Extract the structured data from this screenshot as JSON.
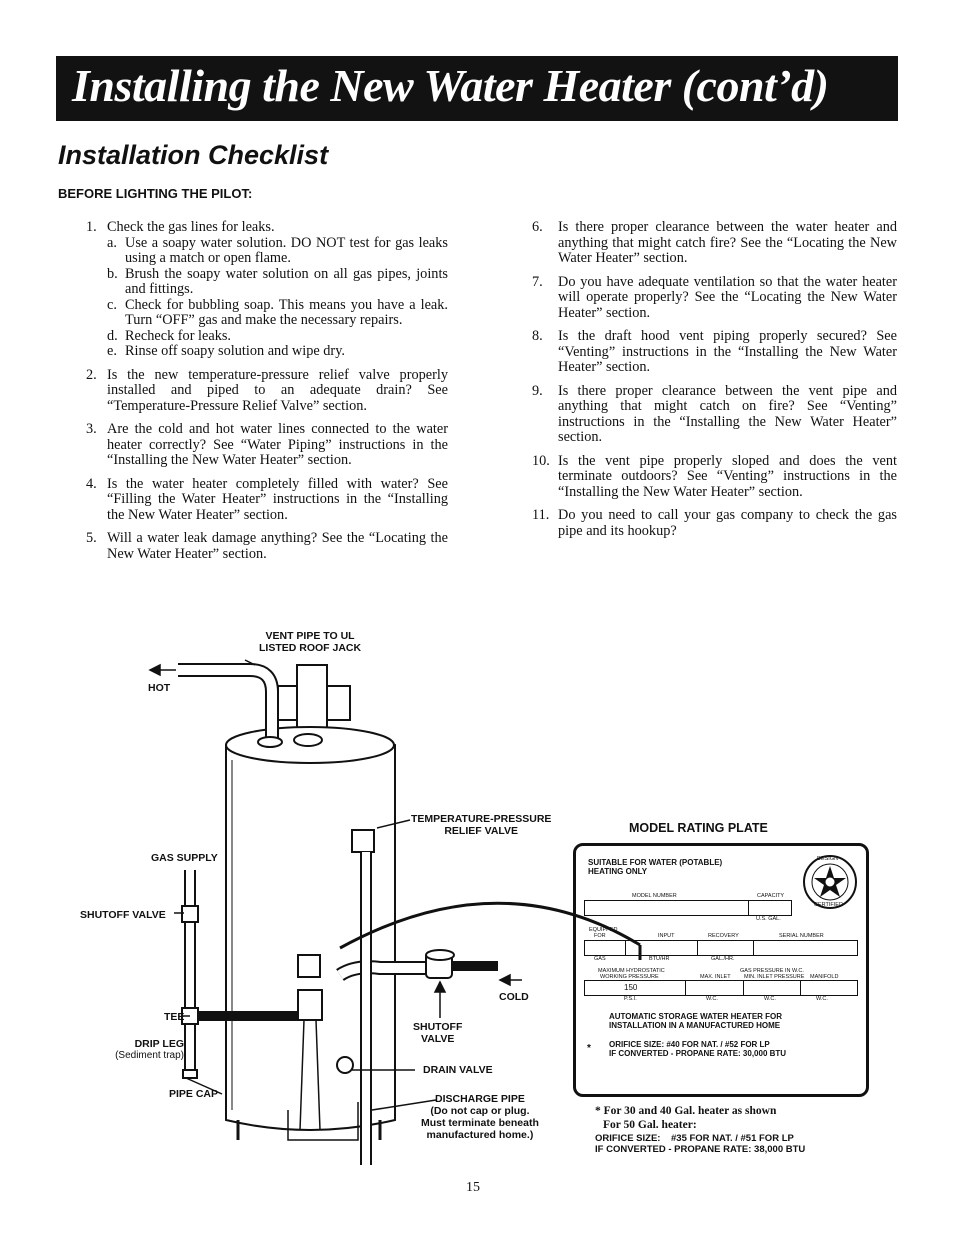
{
  "header": {
    "title": "Installing the New Water Heater (cont’d)"
  },
  "section_title": "Installation Checklist",
  "subhead": "BEFORE LIGHTING THE PILOT:",
  "left_items": [
    {
      "num": "1.",
      "text": "Check the gas lines for leaks.",
      "subs": [
        {
          "letter": "a.",
          "text": "Use a soapy water solution. DO NOT test for gas leaks using a match or open flame."
        },
        {
          "letter": "b.",
          "text": "Brush the soapy water solution on all gas pipes, joints and fittings."
        },
        {
          "letter": "c.",
          "text": "Check for bubbling soap. This means you have a leak. Turn “OFF” gas and make the necessary repairs."
        },
        {
          "letter": "d.",
          "text": "Recheck for leaks."
        },
        {
          "letter": "e.",
          "text": "Rinse off soapy solution and wipe dry."
        }
      ]
    },
    {
      "num": "2.",
      "text": "Is the new temperature-pressure relief valve properly installed and piped to an adequate drain? See “Temperature-Pressure Relief Valve” section."
    },
    {
      "num": "3.",
      "text": "Are the cold and hot water lines connected to the water heater correctly? See “Water Piping” instructions in the “Installing the New Water Heater” section."
    },
    {
      "num": "4.",
      "text": "Is the water heater completely filled with water? See “Filling the Water Heater” instructions in the “Installing the New Water Heater” section."
    },
    {
      "num": "5.",
      "text": "Will a water leak damage anything? See the “Locating the New Water Heater” section."
    }
  ],
  "right_items": [
    {
      "num": "6.",
      "text": "Is there proper clearance between the water heater and anything that might catch fire? See the “Locating the New Water Heater” section."
    },
    {
      "num": "7.",
      "text": "Do you have adequate ventilation so that the water heater will operate properly? See the “Locating the New Water Heater” section."
    },
    {
      "num": "8.",
      "text": "Is the draft hood vent piping properly secured? See “Venting” instructions in the “Installing the New Water Heater” section."
    },
    {
      "num": "9.",
      "text": "Is there proper clearance between the vent pipe and anything that might catch on fire? See “Venting” instructions in the “Installing the New Water Heater” section."
    },
    {
      "num": "10.",
      "text": "Is the vent pipe properly sloped and does the vent terminate outdoors? See “Venting” instructions in the “Installing the New Water Heater” section."
    },
    {
      "num": "11.",
      "text": "Do you need to call your gas company to check the gas pipe and its hookup?"
    }
  ],
  "diagram": {
    "vent_pipe": [
      "VENT PIPE TO UL",
      "LISTED ROOF JACK"
    ],
    "hot": "HOT",
    "tp_valve": [
      "TEMPERATURE-PRESSURE",
      "RELIEF VALVE"
    ],
    "gas_supply": "GAS SUPPLY",
    "shutoff_valve_left": "SHUTOFF VALVE",
    "cold": "COLD",
    "tee": "TEE",
    "drip_leg": "DRIP LEG",
    "sediment_trap": "(Sediment trap)",
    "shutoff_valve_right": [
      "SHUTOFF",
      "VALVE"
    ],
    "drain_valve": "DRAIN VALVE",
    "pipe_cap": "PIPE CAP",
    "discharge_pipe": [
      "DISCHARGE PIPE",
      "(Do not cap or plug.",
      "Must terminate beneath",
      "manufactured home.)"
    ]
  },
  "plate": {
    "title": "MODEL RATING PLATE",
    "suitable": [
      "SUITABLE FOR WATER (POTABLE)",
      "HEATING ONLY"
    ],
    "model_number": "MODEL NUMBER",
    "capacity": "CAPACITY",
    "us_gal": "U.S. GAL.",
    "equipped_for": [
      "EQUIPPED",
      "FOR"
    ],
    "input": "INPUT",
    "recovery": "RECOVERY",
    "serial_number": "SERIAL NUMBER",
    "gas": "GAS",
    "btu_hr": "BTU/HR",
    "gal_hr": "GAL./HR.",
    "max_hydrostatic": "MAXIMUM HYDROSTATIC",
    "working_pressure": "WORKING PRESSURE",
    "gas_pressure_wc": "GAS PRESSURE IN W.C.",
    "max_inlet": "MAX. INLET",
    "min_inlet_pressure": "MIN. INLET PRESSURE",
    "manifold": "MANIFOLD",
    "psi_value": "150",
    "psi": "P.S.I.",
    "wc": "W.C.",
    "automatic": [
      "AUTOMATIC STORAGE WATER HEATER FOR",
      "INSTALLATION IN A MANUFACTURED HOME"
    ],
    "asterisk": "*",
    "orifice": [
      "ORIFICE SIZE: #40 FOR NAT. / #52 FOR LP",
      "IF CONVERTED - PROPANE RATE: 30,000 BTU"
    ],
    "seal_top": "DESIGN",
    "seal_bottom": "CERTIFIED"
  },
  "footnote": {
    "line1": "* For 30 and 40 Gal. heater as shown",
    "line2": "For 50 Gal. heater:",
    "small1": "ORIFICE SIZE:    #35 FOR NAT. / #51 FOR LP",
    "small2": "IF CONVERTED - PROPANE RATE: 38,000 BTU"
  },
  "page_number": "15"
}
